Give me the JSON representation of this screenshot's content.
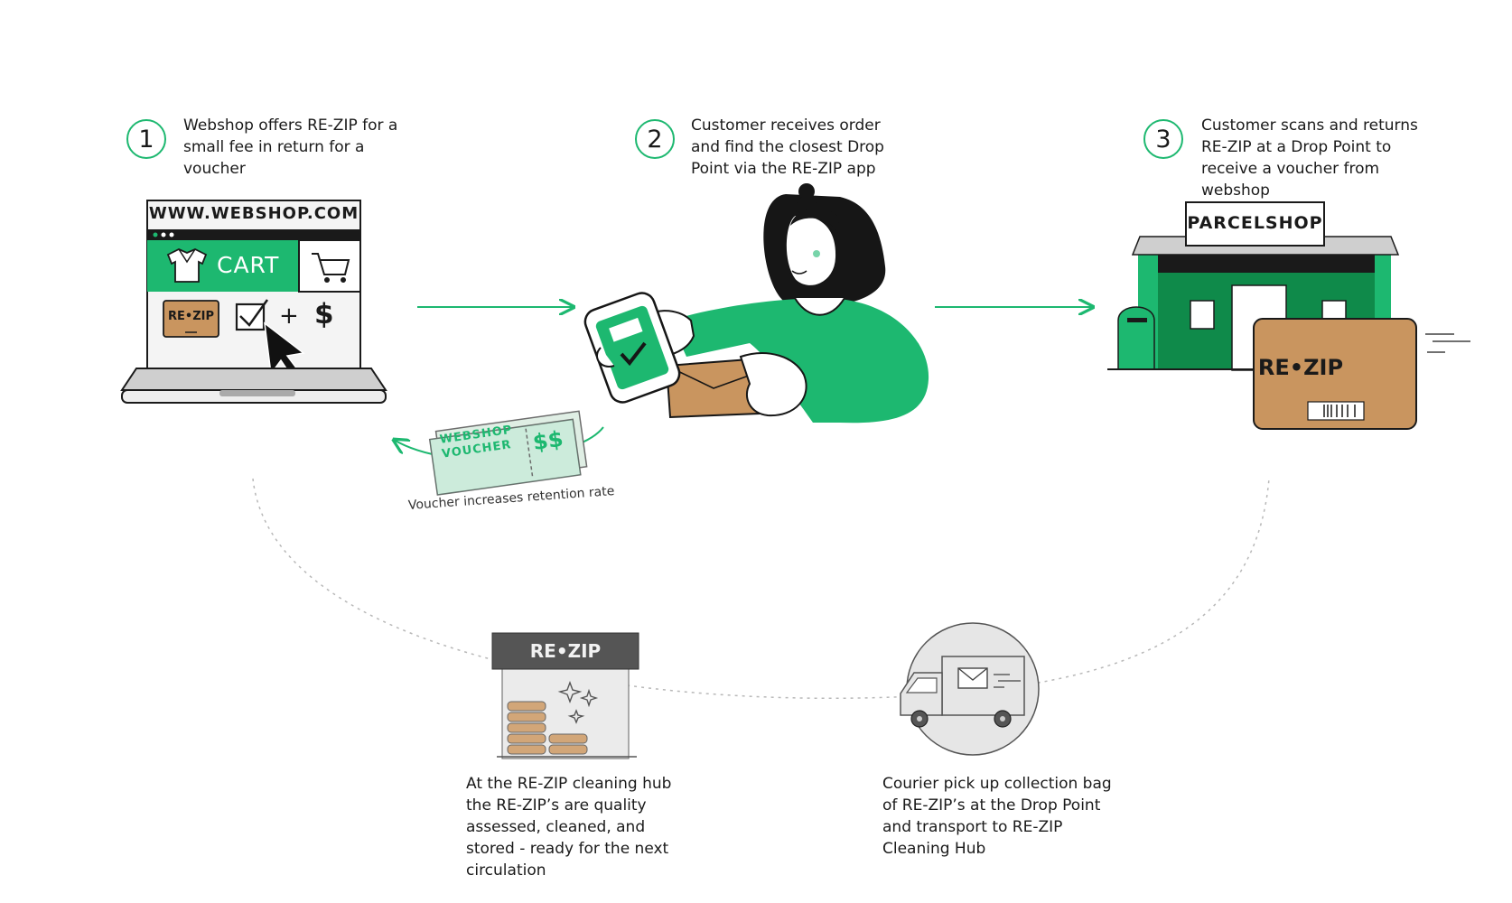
{
  "steps": [
    {
      "num": "1",
      "text": "Webshop offers RE-ZIP for a small fee in return for a voucher"
    },
    {
      "num": "2",
      "text": "Customer receives order and find the closest Drop Point via the RE-ZIP app"
    },
    {
      "num": "3",
      "text": "Customer scans and returns RE-ZIP at a Drop Point to receive a voucher from webshop"
    }
  ],
  "webshop": {
    "url": "WWW.WEBSHOP.COM",
    "cart_label": "CART",
    "box_brand": "RE•ZIP",
    "plus": "+",
    "dollar": "$"
  },
  "voucher": {
    "line1": "WEBSHOP",
    "line2": "VOUCHER",
    "amount": "$$",
    "caption": "Voucher increases retention rate"
  },
  "parcelshop": {
    "sign": "PARCELSHOP",
    "box_brand": "RE•ZIP"
  },
  "hub": {
    "sign": "RE•ZIP",
    "text": "At the RE-ZIP cleaning hub the RE-ZIP’s are quality assessed, cleaned, and stored - ready for the next circulation"
  },
  "courier": {
    "text": "Courier pick up collection bag of RE-ZIP’s at the Drop Point and transport to RE-ZIP Cleaning Hub"
  },
  "colors": {
    "accent": "#1db870",
    "dark_green": "#0b8f4f",
    "cardboard": "#c9955f",
    "ink": "#1a1a1a",
    "grey": "#6e6e6e"
  }
}
